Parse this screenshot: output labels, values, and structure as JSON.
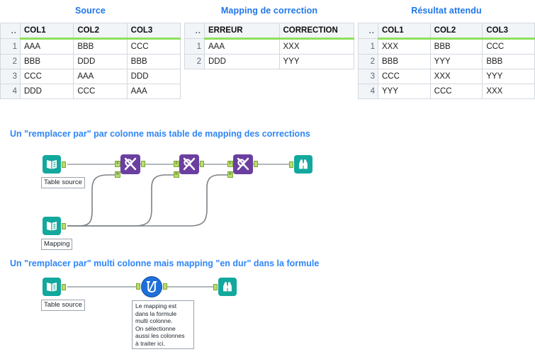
{
  "tables": [
    {
      "title": "Source",
      "index_header": "..",
      "columns": [
        "COL1",
        "COL2",
        "COL3"
      ],
      "rows": [
        {
          "n": "1",
          "cells": [
            "AAA",
            "BBB",
            "CCC"
          ]
        },
        {
          "n": "2",
          "cells": [
            "BBB",
            "DDD",
            "BBB"
          ]
        },
        {
          "n": "3",
          "cells": [
            "CCC",
            "AAA",
            "DDD"
          ]
        },
        {
          "n": "4",
          "cells": [
            "DDD",
            "CCC",
            "AAA"
          ]
        }
      ]
    },
    {
      "title": "Mapping de correction",
      "index_header": "..",
      "columns": [
        "ERREUR",
        "CORRECTION"
      ],
      "rows": [
        {
          "n": "1",
          "cells": [
            "AAA",
            "XXX"
          ]
        },
        {
          "n": "2",
          "cells": [
            "DDD",
            "YYY"
          ]
        }
      ]
    },
    {
      "title": "Résultat attendu",
      "index_header": "..",
      "columns": [
        "COL1",
        "COL2",
        "COL3"
      ],
      "rows": [
        {
          "n": "1",
          "cells": [
            "XXX",
            "BBB",
            "CCC"
          ]
        },
        {
          "n": "2",
          "cells": [
            "BBB",
            "YYY",
            "BBB"
          ]
        },
        {
          "n": "3",
          "cells": [
            "CCC",
            "XXX",
            "YYY"
          ]
        },
        {
          "n": "4",
          "cells": [
            "YYY",
            "CCC",
            "XXX"
          ]
        }
      ]
    }
  ],
  "sections": [
    {
      "title": "Un \"remplacer par\" par colonne mais table de mapping des corrections",
      "nodes": {
        "source_label": "Table source",
        "mapping_label": "Mapping"
      },
      "anchors": {
        "find": "F",
        "replace": "R"
      }
    },
    {
      "title": "Un \"remplacer par\" multi colonne mais mapping \"en dur\" dans la formule",
      "nodes": {
        "source_label": "Table source"
      },
      "note_lines": [
        "Le mapping est",
        "dans la formule",
        "multi colonne.",
        "On sélectionne",
        "aussi les colonnes",
        "à traiter ici."
      ]
    }
  ],
  "colors": {
    "title_blue": "#2176e8",
    "section_blue": "#2f86f7",
    "header_green_underline": "#8ee05c",
    "tool_purple": "#6b3fa0",
    "tool_teal": "#12a89d",
    "tool_blue": "#1e6fd9",
    "anchor_green": "#b8dd6e",
    "connector_gray": "#9aa0a6"
  }
}
